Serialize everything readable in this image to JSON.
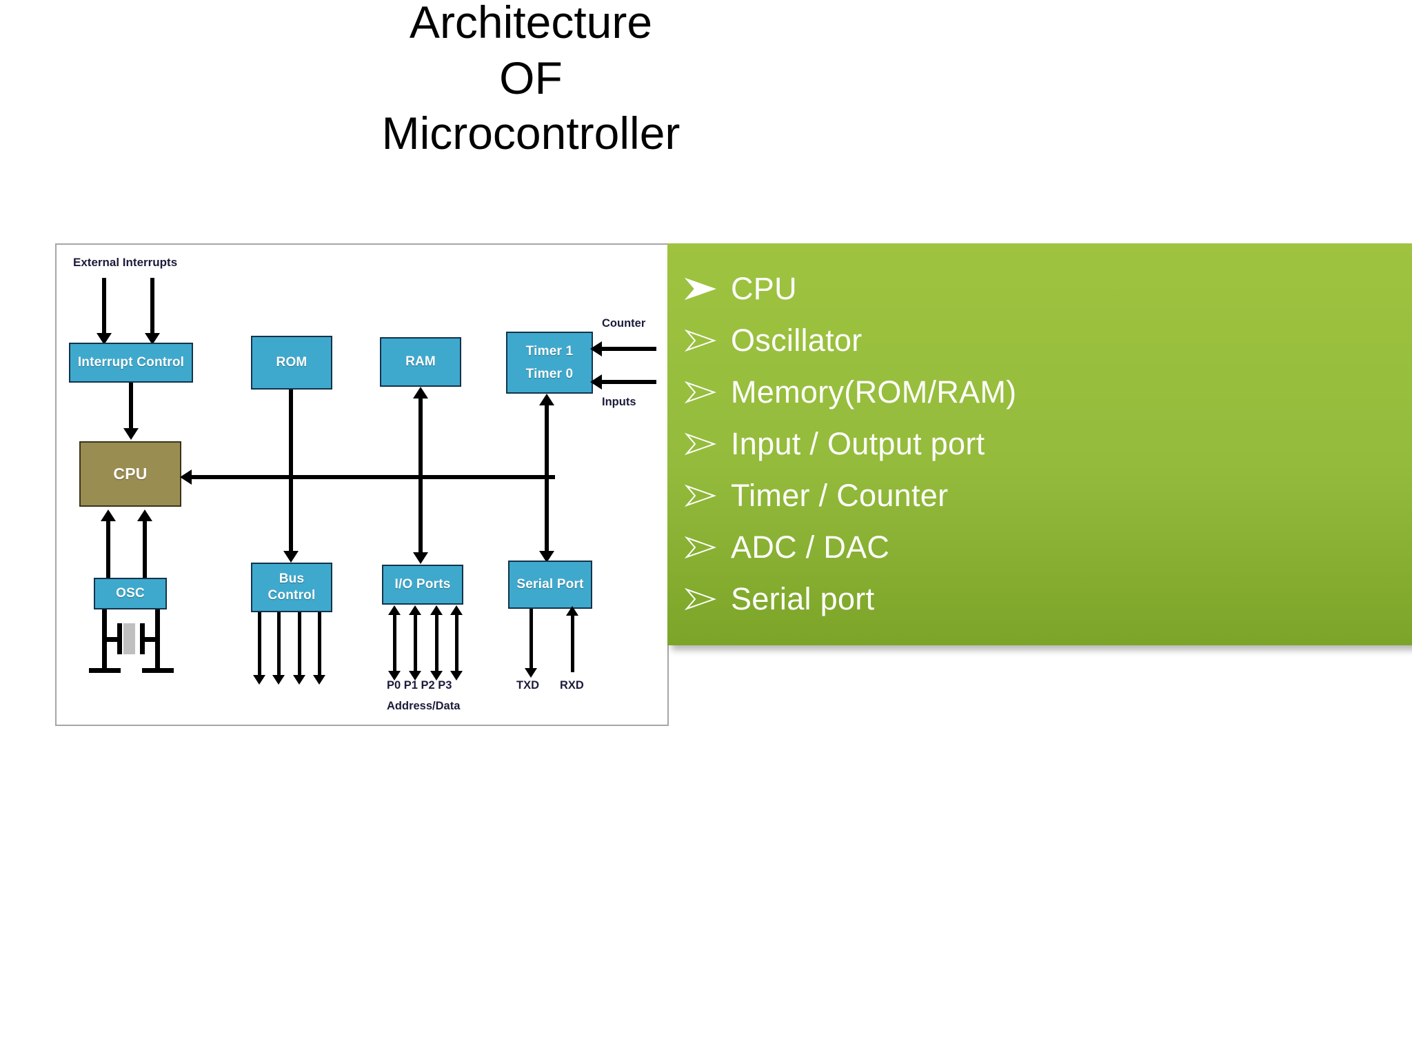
{
  "slide": {
    "title_lines": [
      "Architecture",
      "OF",
      "Microcontroller"
    ]
  },
  "diagram": {
    "name": "microcontroller-architecture-block-diagram",
    "blocks": [
      {
        "id": "interrupt-control",
        "label": "Interrupt Control",
        "color": "#3fa9cd"
      },
      {
        "id": "rom",
        "label": "ROM",
        "color": "#3fa9cd"
      },
      {
        "id": "ram",
        "label": "RAM",
        "color": "#3fa9cd"
      },
      {
        "id": "timer1",
        "label": "Timer 1",
        "color": "#3fa9cd"
      },
      {
        "id": "timer0",
        "label": "Timer 0",
        "color": "#3fa9cd"
      },
      {
        "id": "cpu",
        "label": "CPU",
        "color": "#9a8d52"
      },
      {
        "id": "osc",
        "label": "OSC",
        "color": "#3fa9cd"
      },
      {
        "id": "bus-control",
        "label": "Bus\nControl",
        "line1": "Bus",
        "line2": "Control",
        "color": "#3fa9cd"
      },
      {
        "id": "io-ports",
        "label": "I/O Ports",
        "color": "#3fa9cd"
      },
      {
        "id": "serial-port",
        "label": "Serial Port",
        "color": "#3fa9cd"
      }
    ],
    "labels": {
      "external_interrupts": "External Interrupts",
      "counter": "Counter",
      "inputs": "Inputs",
      "ports": "P0  P1  P2  P3",
      "address_data": "Address/Data",
      "txd": "TXD",
      "rxd": "RXD"
    }
  },
  "components_panel": {
    "background_color": "#94bb3c",
    "text_color": "#ffffff",
    "bullet_icon": "arrow-bullet-icon",
    "items": [
      "CPU",
      "Oscillator",
      "Memory(ROM/RAM)",
      "Input / Output port",
      "Timer / Counter",
      "ADC / DAC",
      "Serial port"
    ]
  }
}
